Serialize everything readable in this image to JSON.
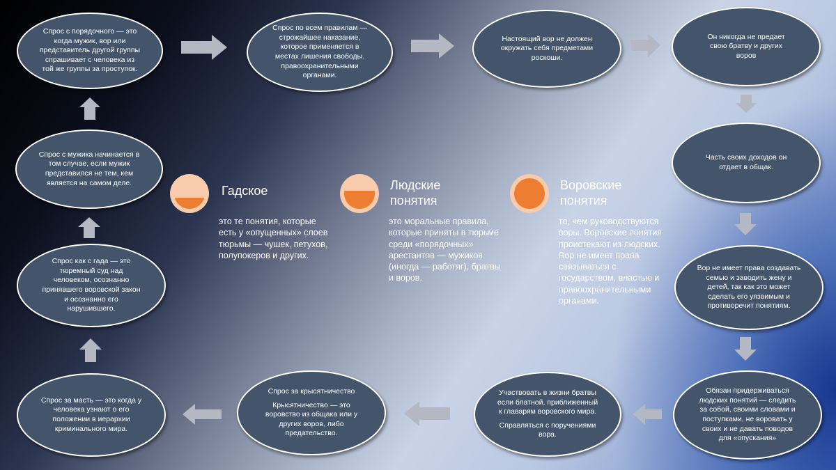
{
  "nodes": {
    "n1": "Спрос с порядочного — это когда мужик, вор или представитель другой группы спрашивает с человека из той же группы за проступок.",
    "n2": "Спрос по всем правилам — строжайшее наказание, которое применяется в местах лишения свободы. правоохранительными органами.",
    "n3": "Настоящий вор не должен окружать себя предметами роскоши.",
    "n4": "Он никогда не предает свою братву и других воров",
    "n5": "Часть своих доходов он отдает в общак.",
    "n6": "Вор не имеет права создавать семью и заводить жену и детей, так как это может сделать его уязвимым и противоречит понятиям.",
    "n7": "Обязан придерживаться людских понятий — следить за собой, своими словами и поступками, не воровать у своих и не давать поводов для «опускания»",
    "n8a": "Участвовать в жизни братвы если блатной, приближенный к главарям воровского мира.",
    "n8b": "Справляться с поручениями вора.",
    "n9a": "Спрос за крысятничество",
    "n9b": "Крысятничество — это воровство из общака или у других воров, либо предательство.",
    "n10": "Спрос за масть — это когда у человека узнают о его положении в иерархии криминального мира.",
    "n11": "Спрос как с гада — это тюремный суд над человеком, осознанно принявшего воровской закон и осознанно его нарушившего.",
    "n12": "Спрос с мужика начинается в том случае, если мужик представился не тем, кем является на самом деле."
  },
  "legend": [
    {
      "title": "Гадское",
      "desc": "это те понятия, которые есть у «опущенных» слоев тюрьмы — чушек, петухов, полупокеров и других.",
      "fill_level": 0.3
    },
    {
      "title": "Людские понятия",
      "desc": "это моральные правила, которые приняты в тюрьме среди «порядочных» арестантов — мужиков (иногда — работяг), братвы и воров.",
      "fill_level": 0.55
    },
    {
      "title": "Воровские понятия",
      "desc": "то, чем руководствуются воры. Воровские понятия проистекают из людских. Вор не имеет права связываться с государством, властью и правоохранительными органами.",
      "fill_level": 1.0
    }
  ],
  "colors": {
    "node_fill": "#44546a",
    "arrow": "#b4b8c2",
    "icon_ring": "#f8cbad",
    "icon_fill": "#ed7d31"
  }
}
